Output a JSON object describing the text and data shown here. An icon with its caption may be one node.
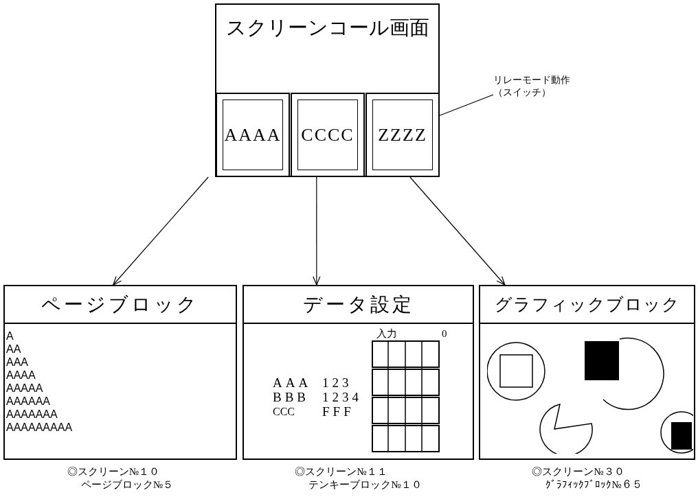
{
  "diagram": {
    "nodes": [
      {
        "text": [
          "スクリーンコール画面"
        ]
      },
      {
        "text": [
          "AAAA"
        ],
        "in": 0
      },
      {
        "text": [
          "CCCC"
        ],
        "in": 0
      },
      {
        "text": [
          "ZZZZ"
        ],
        "in": 0
      },
      {
        "text": [
          "リレーモード動作（スイッチ）"
        ]
      },
      {
        "text": [
          "ページブロック",
          "A",
          "AA",
          "AAA",
          "AAAA",
          "AAAAA",
          "AAAAAA",
          "AAAAAAA",
          "AAAAAAAAA"
        ],
        "beside": [
          "◎スクリーン№１０",
          "ページブロック№５"
        ]
      },
      {
        "text": [
          "データ設定",
          "入力",
          "0",
          "AAA",
          "123",
          "BBB",
          "1234",
          "CCC",
          "FFF"
        ],
        "beside": [
          "◎スクリーン№１１",
          "テンキーブロック№１０"
        ]
      },
      {
        "text": [
          "グラフィックブロック"
        ],
        "beside": [
          "◎スクリーン№３０",
          "ｸﾞﾗﾌｨｯｸﾌﾞﾛｯｸ№６５"
        ]
      }
    ],
    "edges": [
      {
        "from": 1,
        "to": 5,
        "arrow": "to"
      },
      {
        "from": 2,
        "to": 6,
        "arrow": "to"
      },
      {
        "from": 3,
        "to": 7,
        "arrow": "to"
      },
      {
        "from": 4,
        "to": 3,
        "arrow": "none"
      }
    ]
  }
}
